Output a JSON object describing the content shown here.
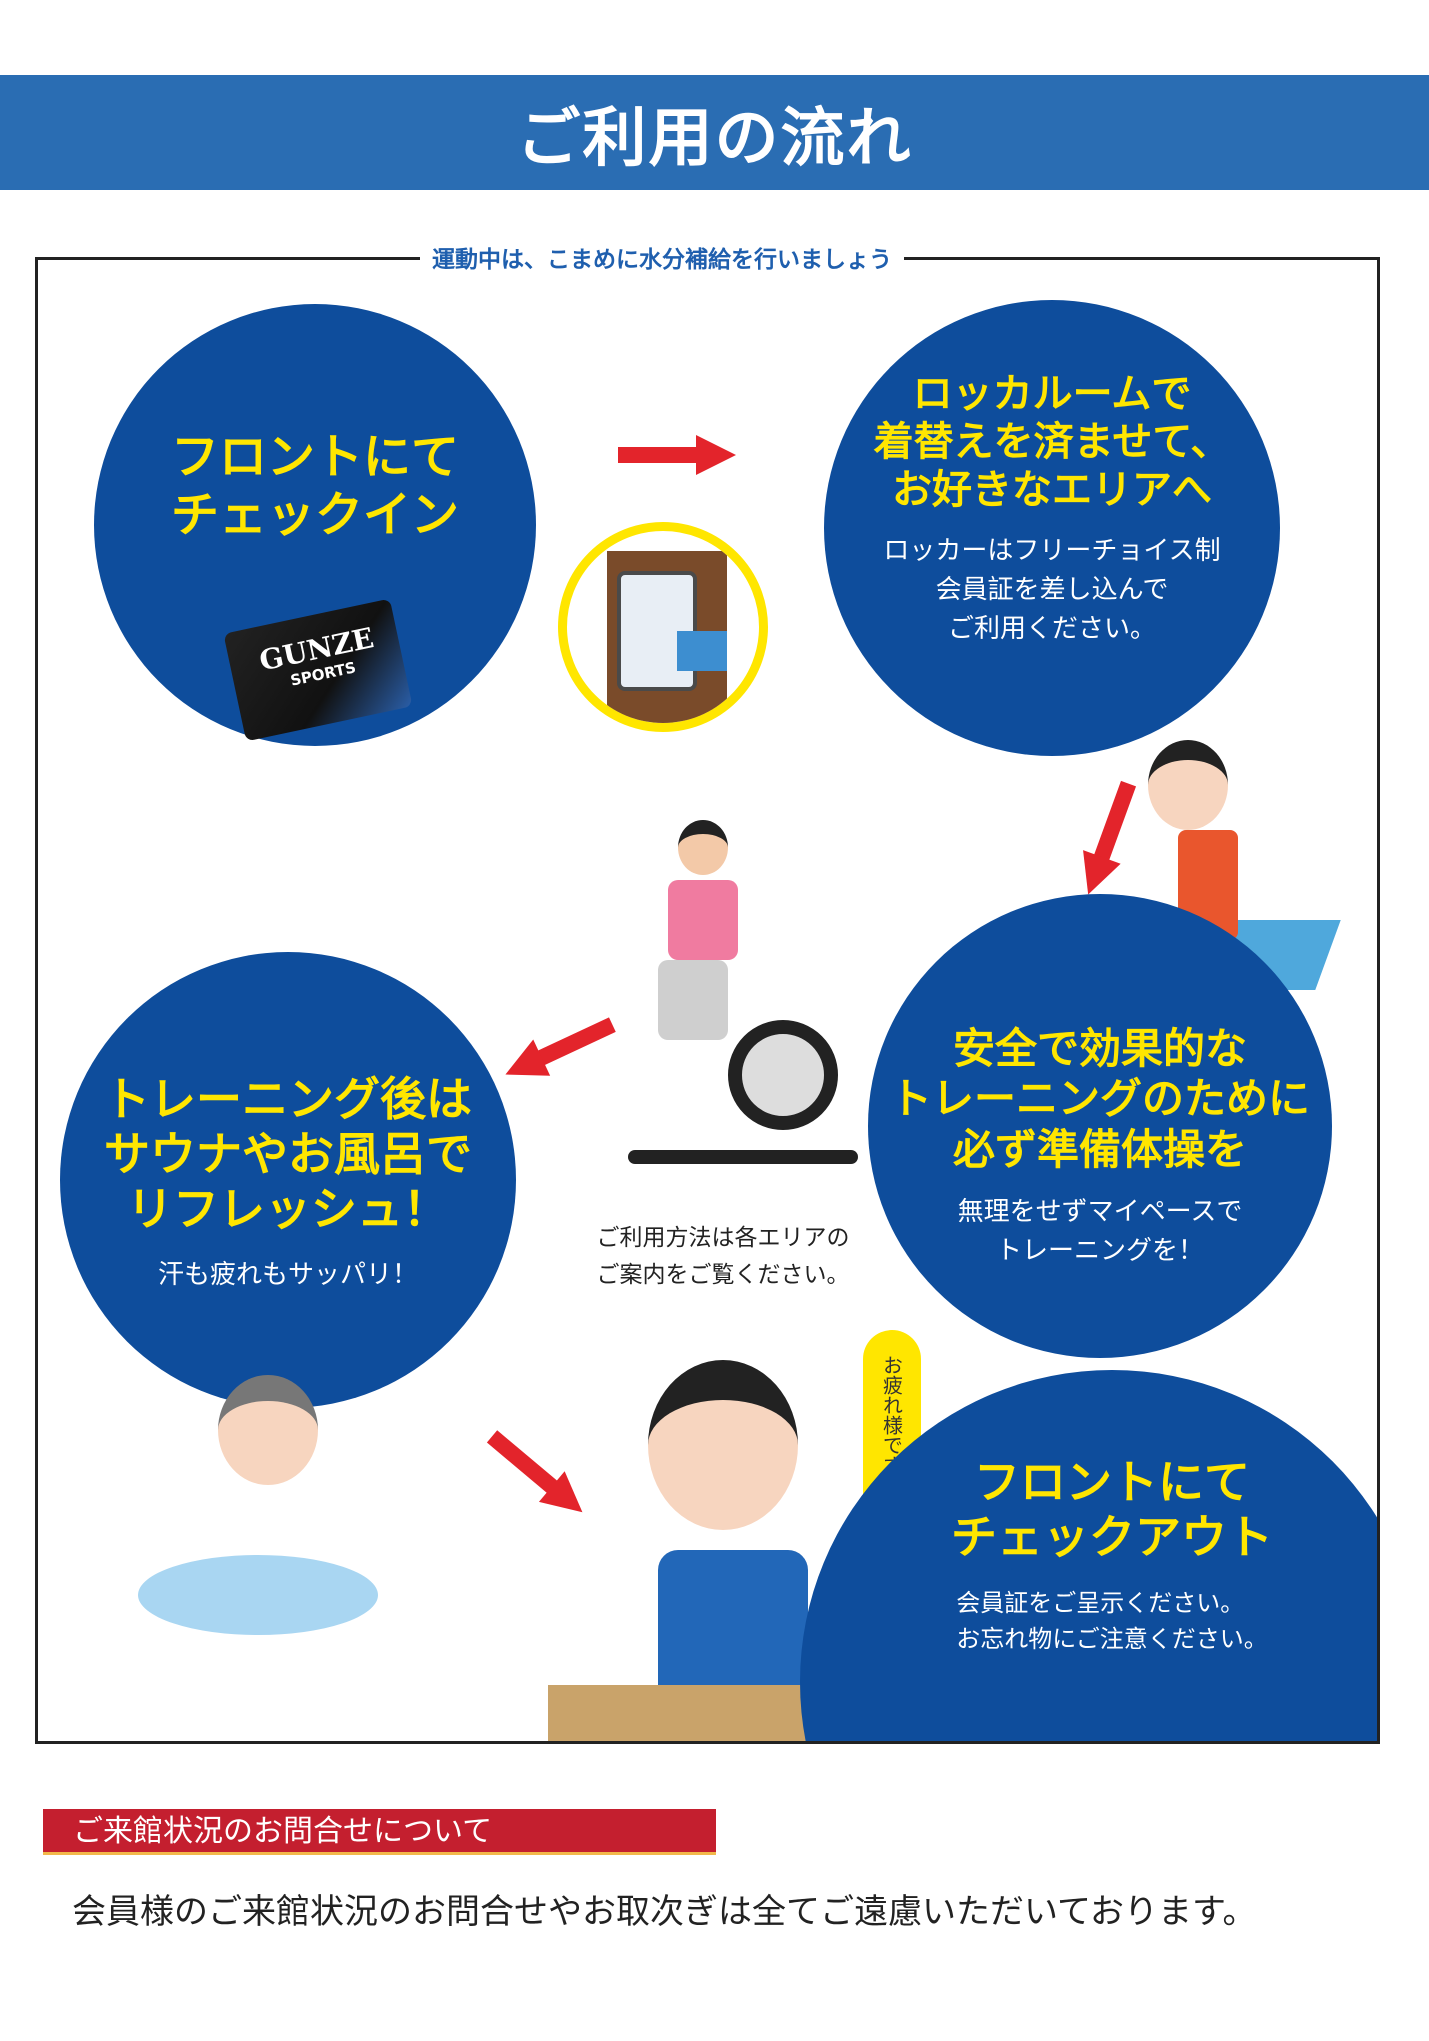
{
  "header": {
    "title": "ご利用の流れ"
  },
  "subtitle": "運動中は、こまめに水分補給を行いましょう",
  "steps": [
    {
      "title": [
        "フロントにて",
        "チェックイン"
      ],
      "card": {
        "brand": "GUNZE",
        "sub": "SPORTS"
      }
    },
    {
      "title": [
        "ロッカルームで",
        "着替えを済ませて、",
        "お好きなエリアへ"
      ],
      "body": [
        "ロッカーはフリーチョイス制",
        "会員証を差し込んで",
        "ご利用ください。"
      ]
    },
    {
      "title": [
        "安全で効果的な",
        "トレーニングのために",
        "必ず準備体操を"
      ],
      "body": [
        "無理をせずマイペースで",
        "トレーニングを！"
      ]
    },
    {
      "title": [
        "トレーニング後は",
        "サウナやお風呂で",
        "リフレッシュ！"
      ],
      "body": [
        "汗も疲れもサッパリ！"
      ]
    },
    {
      "title": [
        "フロントにて",
        "チェックアウト"
      ],
      "body": [
        "会員証をご呈示ください。",
        "お忘れ物にご注意ください。"
      ]
    }
  ],
  "bike_note": [
    "ご利用方法は各エリアの",
    "ご案内をご覧ください。"
  ],
  "speech": "お疲れ様です。",
  "notice": {
    "heading": "ご来館状況のお問合せについて",
    "text": "会員様のご来館状況のお問合せやお取次ぎは全てご遠慮いただいております。"
  },
  "colors": {
    "blue": "#0e4d9c",
    "header": "#2a6db3",
    "yellow": "#ffe600",
    "red": "#e3242b"
  }
}
